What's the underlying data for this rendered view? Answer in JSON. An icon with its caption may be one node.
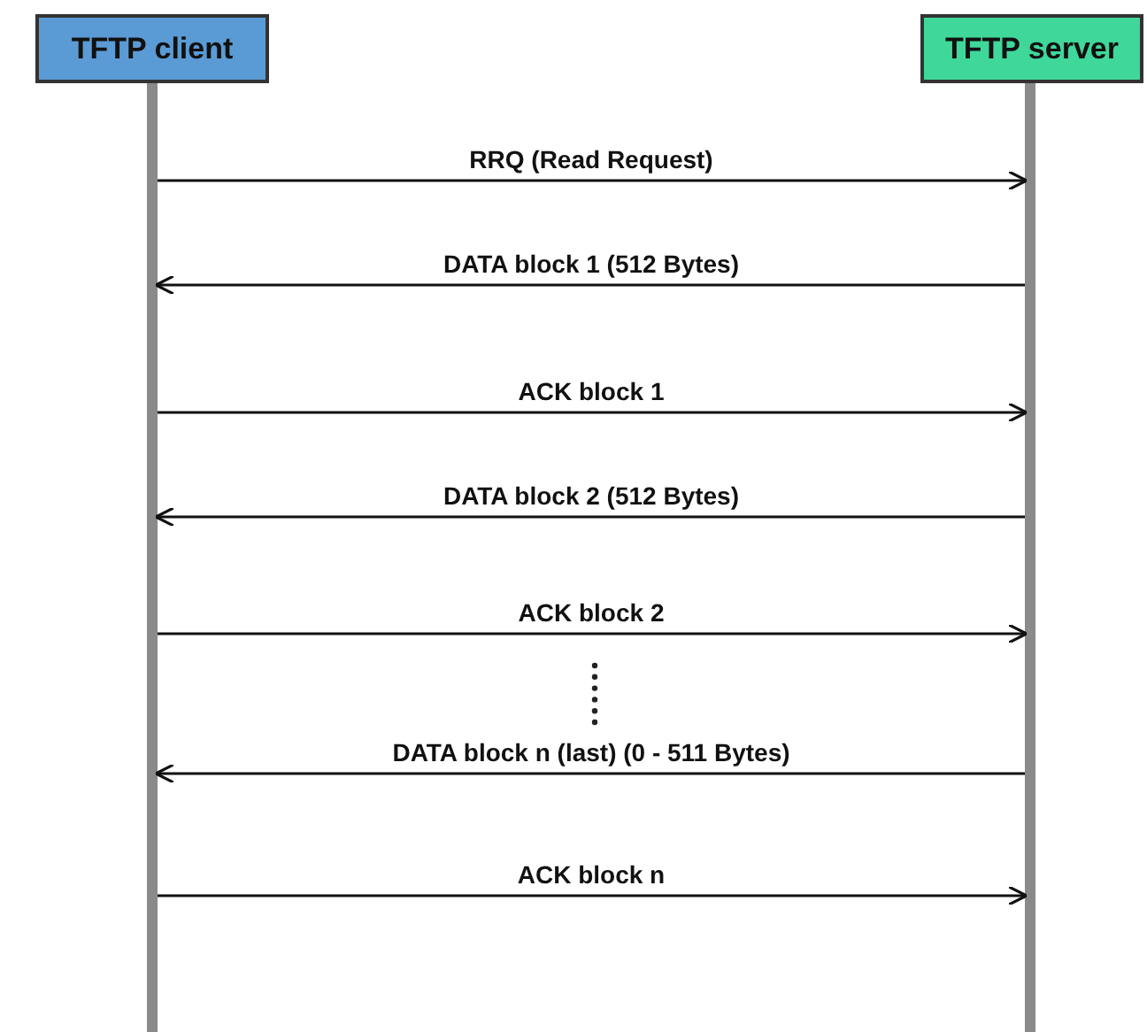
{
  "diagram": {
    "nodes": [
      {
        "text": [
          "TFTP client"
        ]
      },
      {
        "text": [
          "TFTP server"
        ]
      },
      {
        "text": [],
        "shape": "bar"
      },
      {
        "text": [],
        "shape": "bar"
      }
    ],
    "edges": [
      {
        "from": 2,
        "to": 3,
        "arrow": "to",
        "label": "RRQ (Read Request)"
      },
      {
        "from": 3,
        "to": 2,
        "arrow": "to",
        "label": "DATA block 1 (512 Bytes)"
      },
      {
        "from": 2,
        "to": 3,
        "arrow": "to",
        "label": "ACK block 1"
      },
      {
        "from": 3,
        "to": 2,
        "arrow": "to",
        "label": "DATA block 2 (512 Bytes)"
      },
      {
        "from": 2,
        "to": 3,
        "arrow": "to",
        "label": "ACK block 2"
      },
      {
        "from": 3,
        "to": 2,
        "arrow": "to",
        "label": "DATA block n (last) (0 - 511 Bytes)"
      },
      {
        "from": 2,
        "to": 3,
        "arrow": "to",
        "label": "ACK block n"
      }
    ]
  }
}
